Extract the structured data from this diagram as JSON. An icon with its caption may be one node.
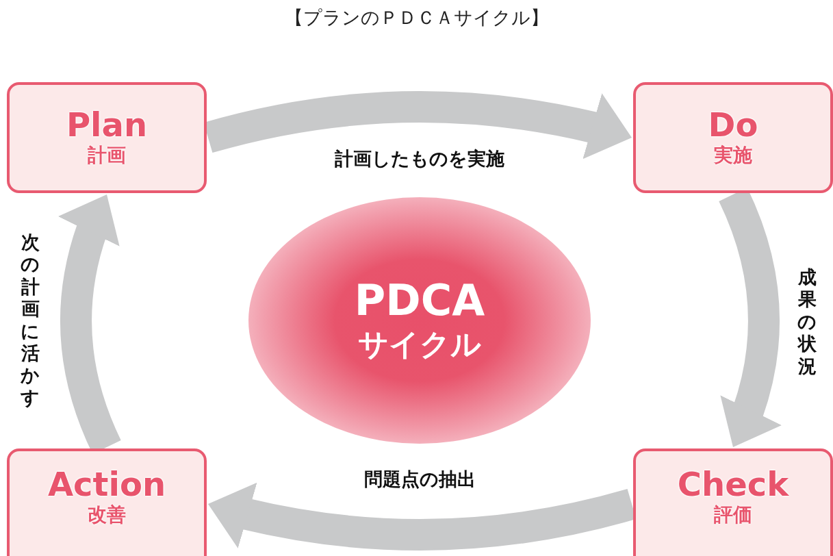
{
  "diagram": {
    "title": "【プランのＰＤＣＡサイクル】",
    "nodes": [
      {
        "text": [
          "Plan",
          "計画"
        ]
      },
      {
        "text": [
          "Do",
          "実施"
        ]
      },
      {
        "text": [
          "Check",
          "評価"
        ]
      },
      {
        "text": [
          "Action",
          "改善"
        ]
      },
      {
        "text": [
          "PDCA",
          "サイクル"
        ]
      }
    ],
    "edges": [
      {
        "from": 0,
        "to": 1,
        "arrow": "to",
        "label": "計画したものを実施"
      },
      {
        "from": 1,
        "to": 2,
        "arrow": "to",
        "label": "成果の状況"
      },
      {
        "from": 2,
        "to": 3,
        "arrow": "to",
        "label": "問題点の抽出"
      },
      {
        "from": 3,
        "to": 0,
        "arrow": "to",
        "label": "次の計画に活かす"
      }
    ]
  }
}
